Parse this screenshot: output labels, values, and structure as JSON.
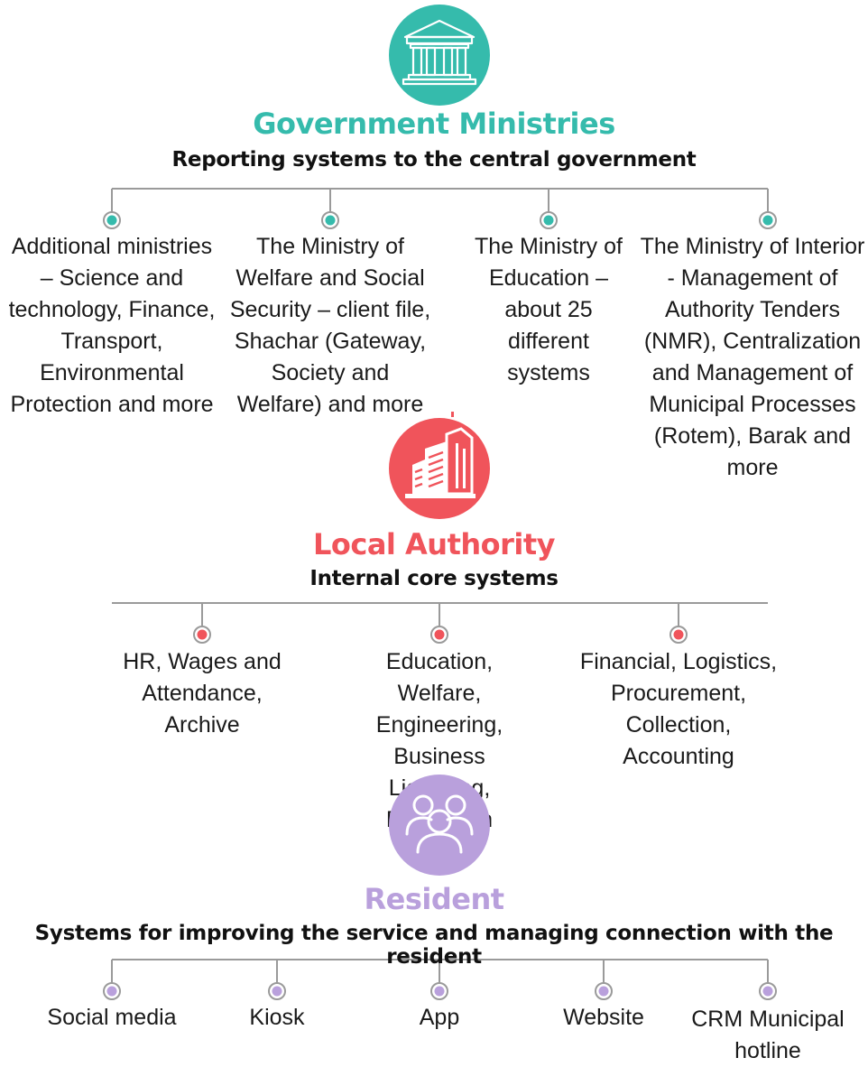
{
  "colors": {
    "government": "#35BBAC",
    "authority": "#F0545B",
    "resident": "#B9A0DC",
    "connector": "#9A9A9A"
  },
  "icons": {
    "government": "government-building-icon",
    "authority": "office-buildings-icon",
    "resident": "people-group-icon"
  },
  "government": {
    "title": "Government Ministries",
    "subtitle": "Reporting systems to the central government",
    "items": [
      "Additional ministries – Science and technology, Finance, Transport, Environmental Protection and more",
      "The Ministry of Welfare and Social Security – client file, Shachar (Gateway, Society and Welfare) and more",
      "The Ministry of Education – about 25 different systems",
      "The Ministry of Interior - Management of Authority Tenders (NMR), Centralization and Management of Municipal Processes (Rotem), Barak and more"
    ]
  },
  "authority": {
    "title": "Local Authority",
    "subtitle": "Internal core systems",
    "items": [
      "HR, Wages and Attendance, Archive",
      "Education, Welfare, Engineering, Business Licensing, Population",
      "Financial, Logistics, Procurement, Collection, Accounting"
    ]
  },
  "resident": {
    "title": "Resident",
    "subtitle": "Systems for improving the service and managing connection with the resident",
    "items": [
      "Social media",
      "Kiosk",
      "App",
      "Website",
      "CRM Municipal hotline"
    ]
  }
}
